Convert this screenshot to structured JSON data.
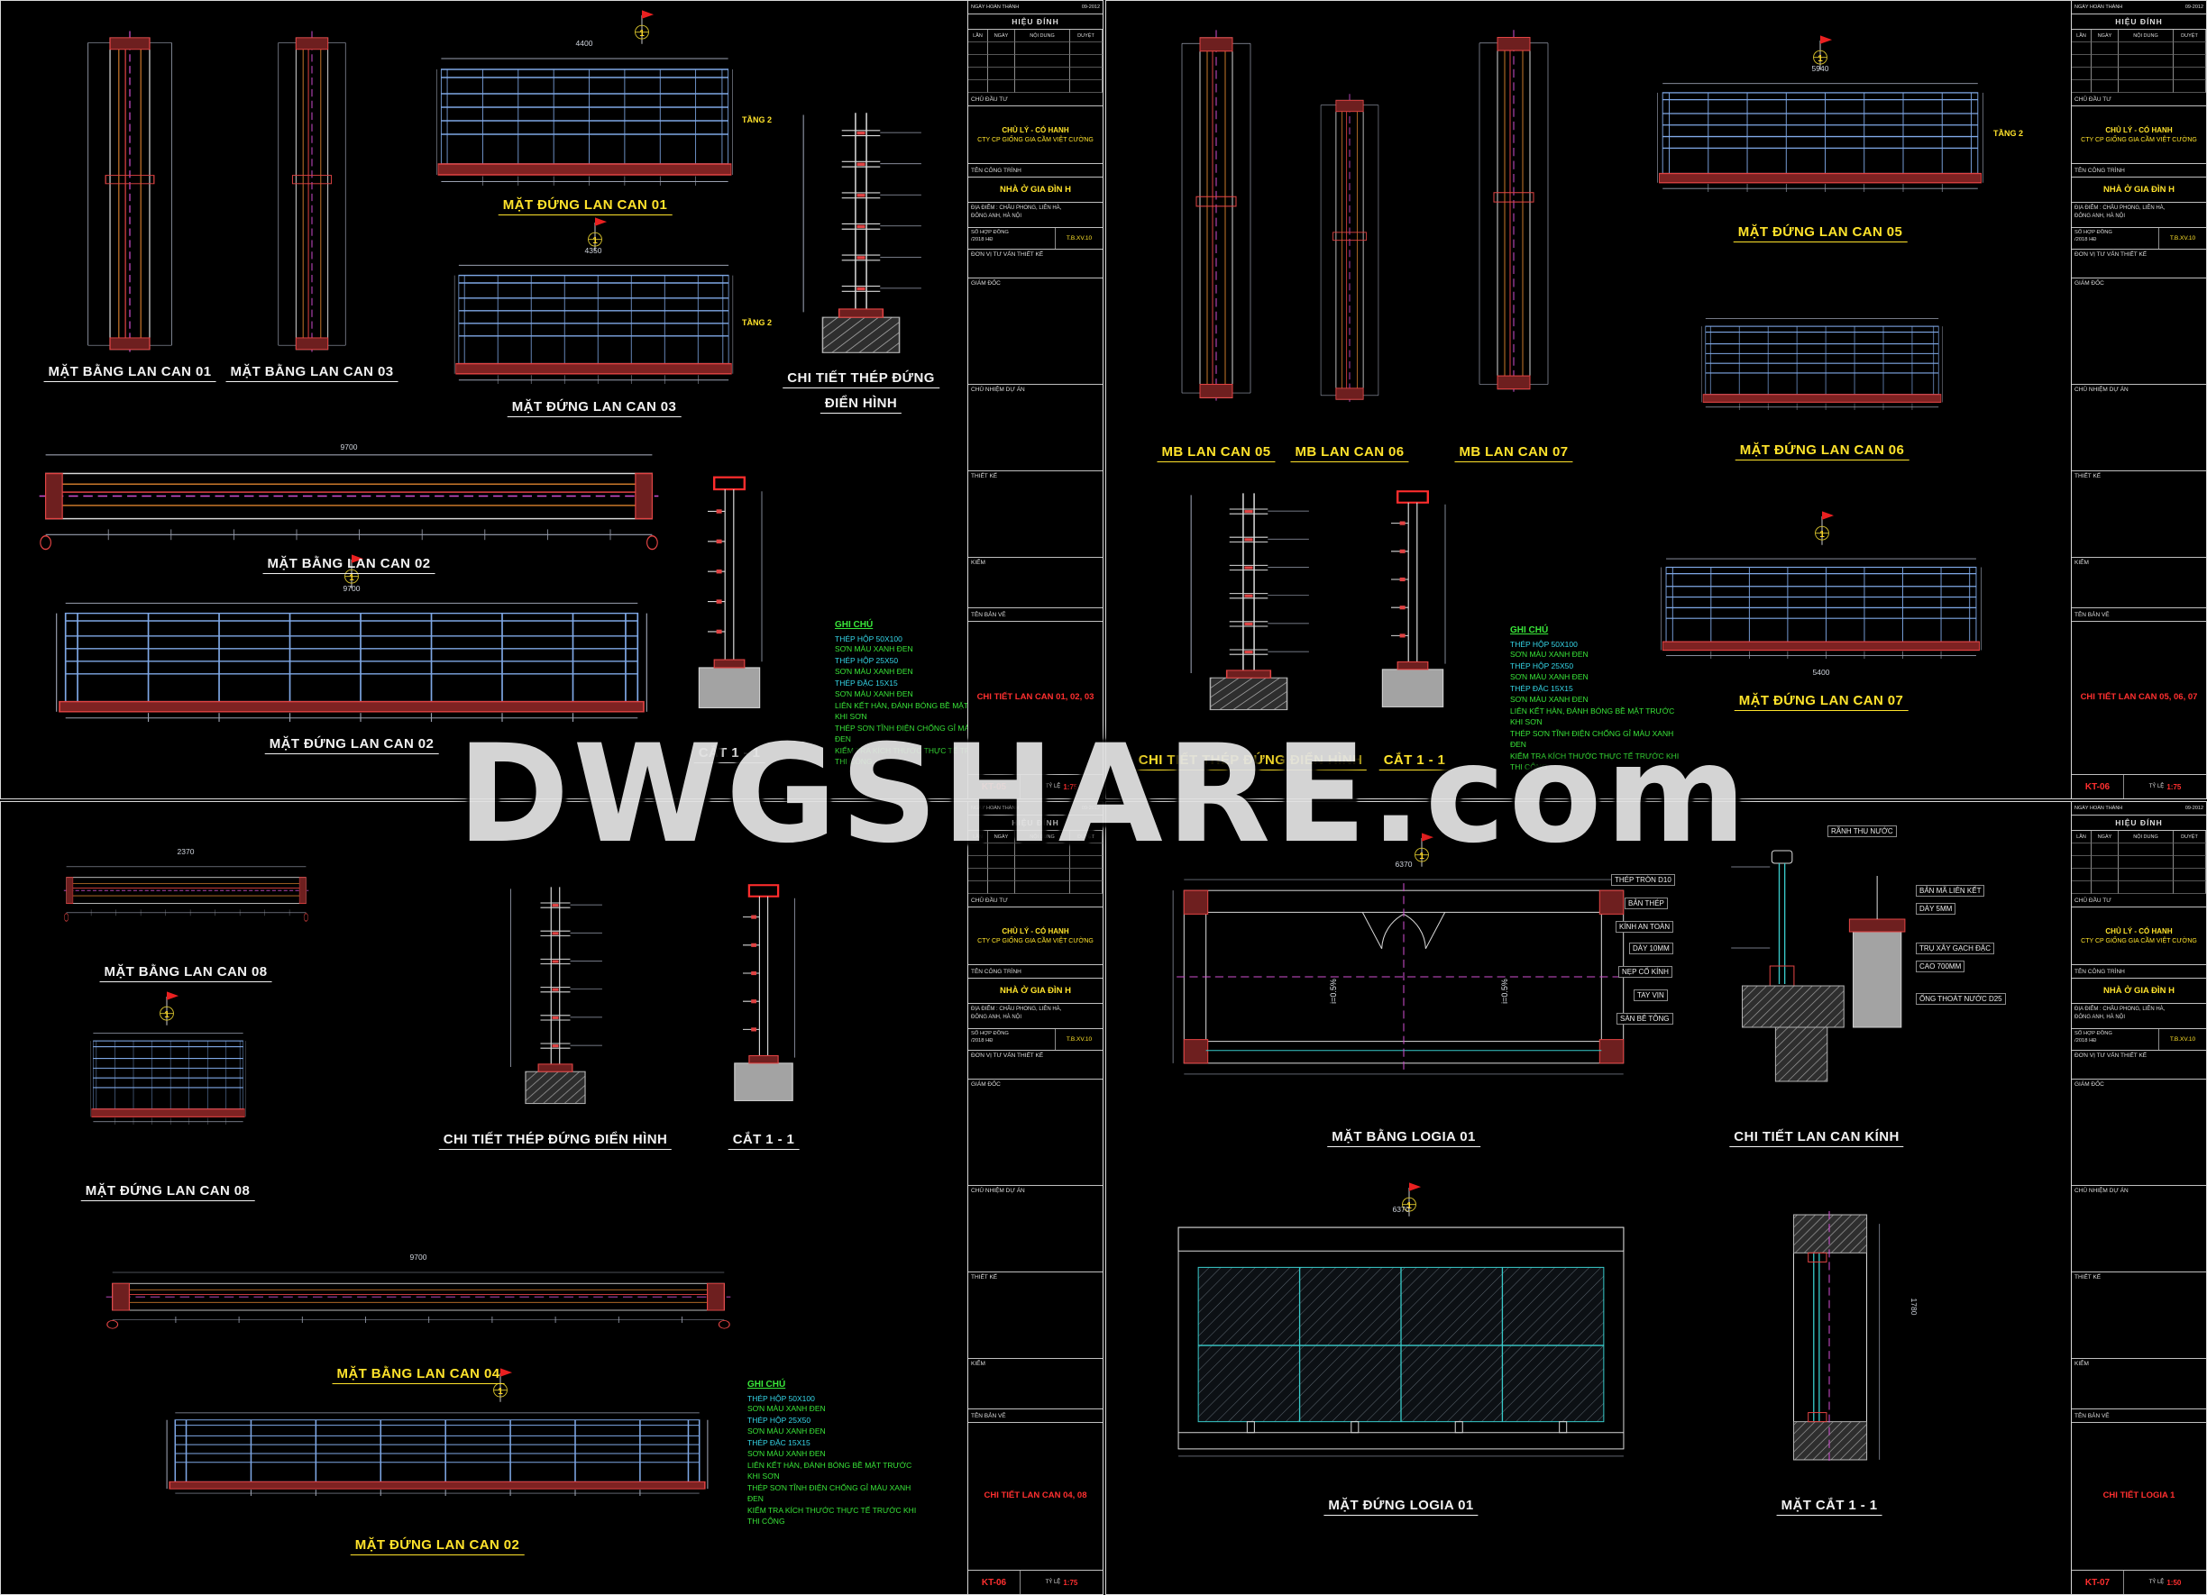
{
  "watermark": "DWGSHARE.com",
  "marker": "1",
  "notes": {
    "title": "GHI CHÚ",
    "items": [
      {
        "name": "THÉP HỘP 50X100",
        "desc": "SƠN MÀU XANH ĐEN"
      },
      {
        "name": "THÉP HỘP 25X50",
        "desc": "SƠN MÀU XANH ĐEN"
      },
      {
        "name": "THÉP ĐẶC 15X15",
        "desc": "SƠN MÀU XANH ĐEN"
      }
    ],
    "footnote1": "LIÊN KẾT HÀN, ĐÁNH BÓNG BỀ MẶT TRƯỚC KHI SƠN",
    "footnote2": "THÉP SƠN TĨNH ĐIỆN CHỐNG GỈ MÀU XANH ĐEN",
    "footnote3": "KIỂM TRA KÍCH THƯỚC THỰC TẾ TRƯỚC KHI THI CÔNG"
  },
  "titleblock": {
    "completed_label": "NGÀY HOÀN THÀNH",
    "completed_date": "09-2012",
    "revision_header": "HIỆU ĐÍNH",
    "rev_cols": [
      "LẦN",
      "NGÀY",
      "NỘI DUNG",
      "DUYỆT"
    ],
    "owner_label": "CHỦ ĐẦU TƯ",
    "owner_name1": "CHỦ LÝ - CÓ HANH",
    "owner_name2": "CTY CP GIỐNG GIA CẦM VIỆT CƯỜNG",
    "project_label": "TÊN CÔNG TRÌNH",
    "project_name": "NHÀ Ở GIA ĐÌN H",
    "address1": "ĐỊA ĐIỂM : CHÂU PHONG, LIÊN HÀ,",
    "address2": "ĐÔNG ANH, HÀ NỘI",
    "contract_label": "SỐ HỢP ĐỒNG",
    "contract_no": "/2018 HĐ",
    "contract_code": "T.B.XV.10",
    "consultant_label": "ĐƠN VỊ TƯ VẤN THIẾT KẾ",
    "director_label": "GIÁM ĐỐC",
    "manager_label": "CHỦ NHIỆM DỰ ÁN",
    "designer_label": "THIẾT KẾ",
    "checker_label": "KIỂM",
    "sheetname_label": "TÊN BẢN VẼ",
    "scale_label": "TỶ LỆ"
  },
  "sheets": [
    {
      "title": "CHI TIẾT LAN CAN 01, 02, 03",
      "number": "KT-05",
      "scale": "1:75",
      "level": "TẦNG 2",
      "labels": {
        "plan01": "MẶT BẰNG LAN CAN 01",
        "plan03": "MẶT BẰNG LAN CAN 03",
        "elev01": "MẶT ĐỨNG LAN CAN 01",
        "elev03": "MẶT ĐỨNG LAN CAN 03",
        "detail1": "CHI TIẾT THÉP ĐỨNG",
        "detail2": "ĐIỂN HÌNH",
        "plan02": "MẶT BẰNG LAN CAN 02",
        "elev02": "MẶT ĐỨNG LAN CAN 02",
        "cut": "CẮT 1 - 1"
      },
      "dims": {
        "elev01_top": "4400",
        "elev03_top": "4350",
        "plan02": "9700",
        "elev02": "9700"
      }
    },
    {
      "title": "CHI TIẾT LAN CAN 05, 06, 07",
      "number": "KT-06",
      "scale": "1:75",
      "level": "TẦNG 2",
      "labels": {
        "mb05": "MB LAN CAN 05",
        "mb06": "MB LAN CAN 06",
        "mb07": "MB LAN CAN 07",
        "elev05": "MẶT ĐỨNG LAN CAN 05",
        "elev06": "MẶT ĐỨNG LAN CAN 06",
        "elev07": "MẶT ĐỨNG LAN CAN 07",
        "detail": "CHI TIẾT THÉP ĐỨNG ĐIỂN HÌNH",
        "cut": "CẮT 1 - 1"
      },
      "dims": {
        "elev05_top": "5940",
        "elev07_bot": "5400"
      }
    },
    {
      "title": "CHI TIẾT LAN CAN 04, 08",
      "number": "KT-06",
      "scale": "1:75",
      "labels": {
        "plan08": "MẶT BẰNG LAN CAN 08",
        "elev08": "MẶT ĐỨNG LAN CAN 08",
        "detail": "CHI TIẾT THÉP ĐỨNG ĐIỂN HÌNH",
        "cut": "CẮT 1 - 1",
        "plan04": "MẶT BẰNG LAN CAN 04",
        "elev02": "MẶT ĐỨNG LAN CAN 02"
      },
      "dims": {
        "plan08": "2370",
        "plan04": "9700"
      }
    },
    {
      "title": "CHI TIẾT LOGIA 1",
      "number": "KT-07",
      "scale": "1:50",
      "slope": "i=0.5%",
      "labels": {
        "plan": "MẶT BẰNG LOGIA 01",
        "glass": "CHI TIẾT LAN CAN KÍNH",
        "elev": "MẶT ĐỨNG LOGIA 01",
        "cut": "MẶT CẮT 1 - 1"
      },
      "dims": {
        "plan": "6370",
        "elev": "6370",
        "section": "1780"
      },
      "callouts": [
        "RÃNH THU NƯỚC",
        "THÉP TRÒN D10",
        "BẢN THÉP",
        "KÍNH AN TOÀN",
        "DÀY 10MM",
        "NẸP CỐ KÍNH",
        "TAY VỊN",
        "SÀN BÊ TÔNG",
        "BẢN MÃ LIÊN KẾT",
        "DÀY 5MM",
        "TRỤ XÂY GẠCH ĐẶC",
        "CAO 700MM",
        "ỐNG THOÁT NƯỚC D25"
      ]
    }
  ]
}
